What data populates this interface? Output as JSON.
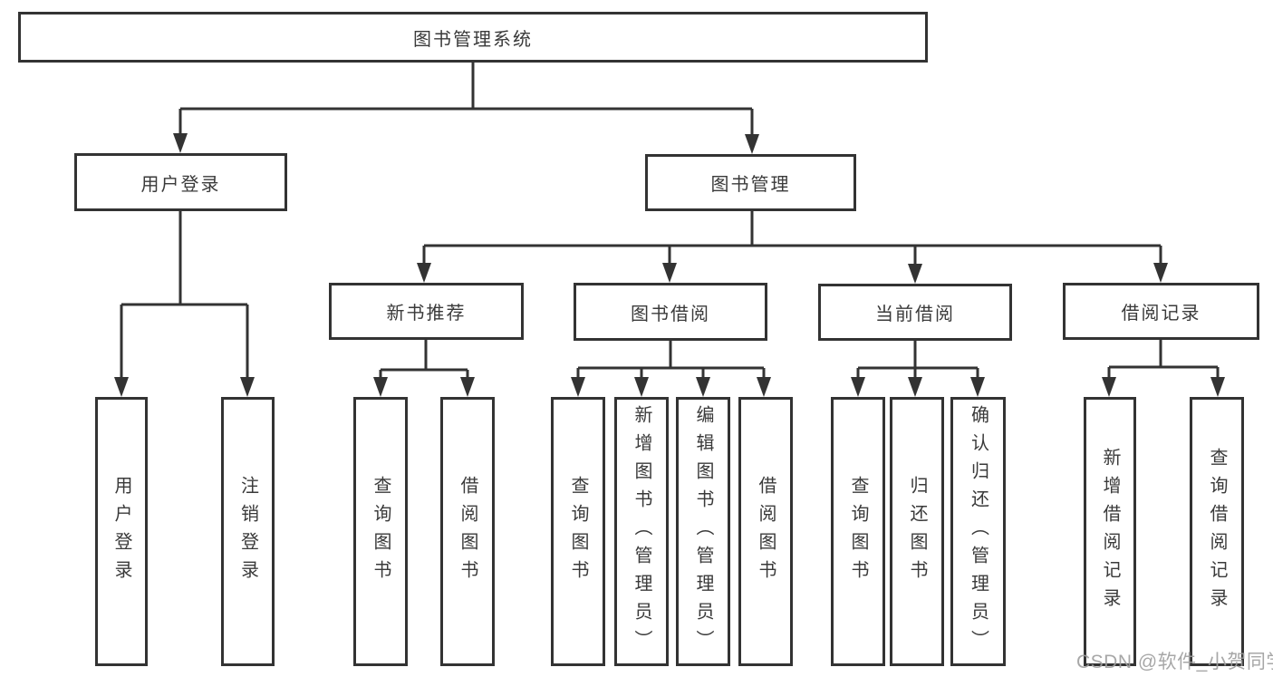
{
  "diagram": {
    "root": {
      "label": "图书管理系统"
    },
    "level2": {
      "login": {
        "label": "用户登录"
      },
      "management": {
        "label": "图书管理"
      }
    },
    "level3": {
      "recommend": {
        "label": "新书推荐"
      },
      "borrow": {
        "label": "图书借阅"
      },
      "current": {
        "label": "当前借阅"
      },
      "records": {
        "label": "借阅记录"
      }
    },
    "leaves": {
      "login": [
        "用户登录",
        "注销登录"
      ],
      "recommend": [
        "查询图书",
        "借阅图书"
      ],
      "borrow": [
        "查询图书",
        "新增图书（管理员）",
        "编辑图书（管理员）",
        "借阅图书"
      ],
      "current": [
        "查询图书",
        "归还图书",
        "确认归还（管理员）"
      ],
      "records": [
        "新增借阅记录",
        "查询借阅记录"
      ]
    }
  },
  "watermark": "CSDN @软件_小贺同学",
  "colors": {
    "line": "#333333",
    "text": "#3a3a3a",
    "watermark": "#9e9e9e",
    "background": "#ffffff"
  }
}
